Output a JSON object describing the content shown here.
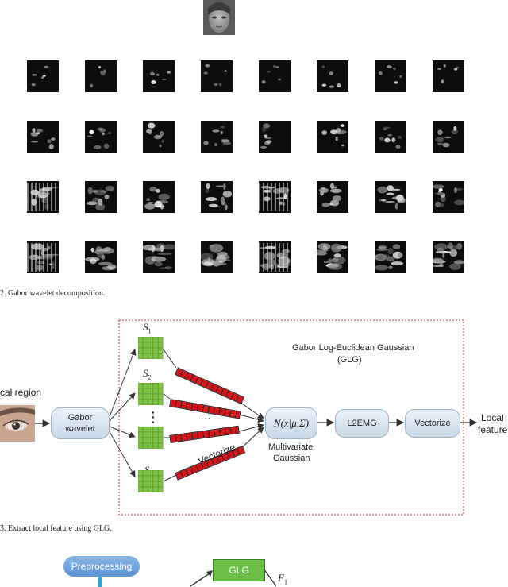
{
  "figure2": {
    "caption": "2.  Gabor wavelet decomposition.",
    "rows": 4,
    "cols": 8
  },
  "figure3": {
    "caption": "3.  Extract local feature using GLG.",
    "title_line1": "Gabor Log-Euclidean Gaussian",
    "title_line2": "(GLG)",
    "input_label": "cal region",
    "gabor_box": "Gabor\nwavelet",
    "s_labels": [
      "S1",
      "S2",
      "Sn"
    ],
    "vdots": "⋮",
    "hdots": "…",
    "vectorize_label": "Vectorize",
    "gaussian_formula": "N(x|μ,Σ)",
    "multivariate_label_1": "Multivariate",
    "multivariate_label_2": "Gaussian",
    "l2emg_box": "L2EMG",
    "vectorize_box": "Vectorize",
    "output_label_1": "Local",
    "output_label_2": "feature"
  },
  "figure4": {
    "preprocessing_box": "Preprocessing",
    "glg_box": "GLG",
    "f1_label": "F1"
  },
  "colors": {
    "green_grid": "#7dc242",
    "red_bar": "#d8141b",
    "box_blue": "#c8d9e8",
    "glg_green": "#6cc04a",
    "preprocessing_blue": "#6fa4dc",
    "dashed_border": "#c0392b"
  }
}
